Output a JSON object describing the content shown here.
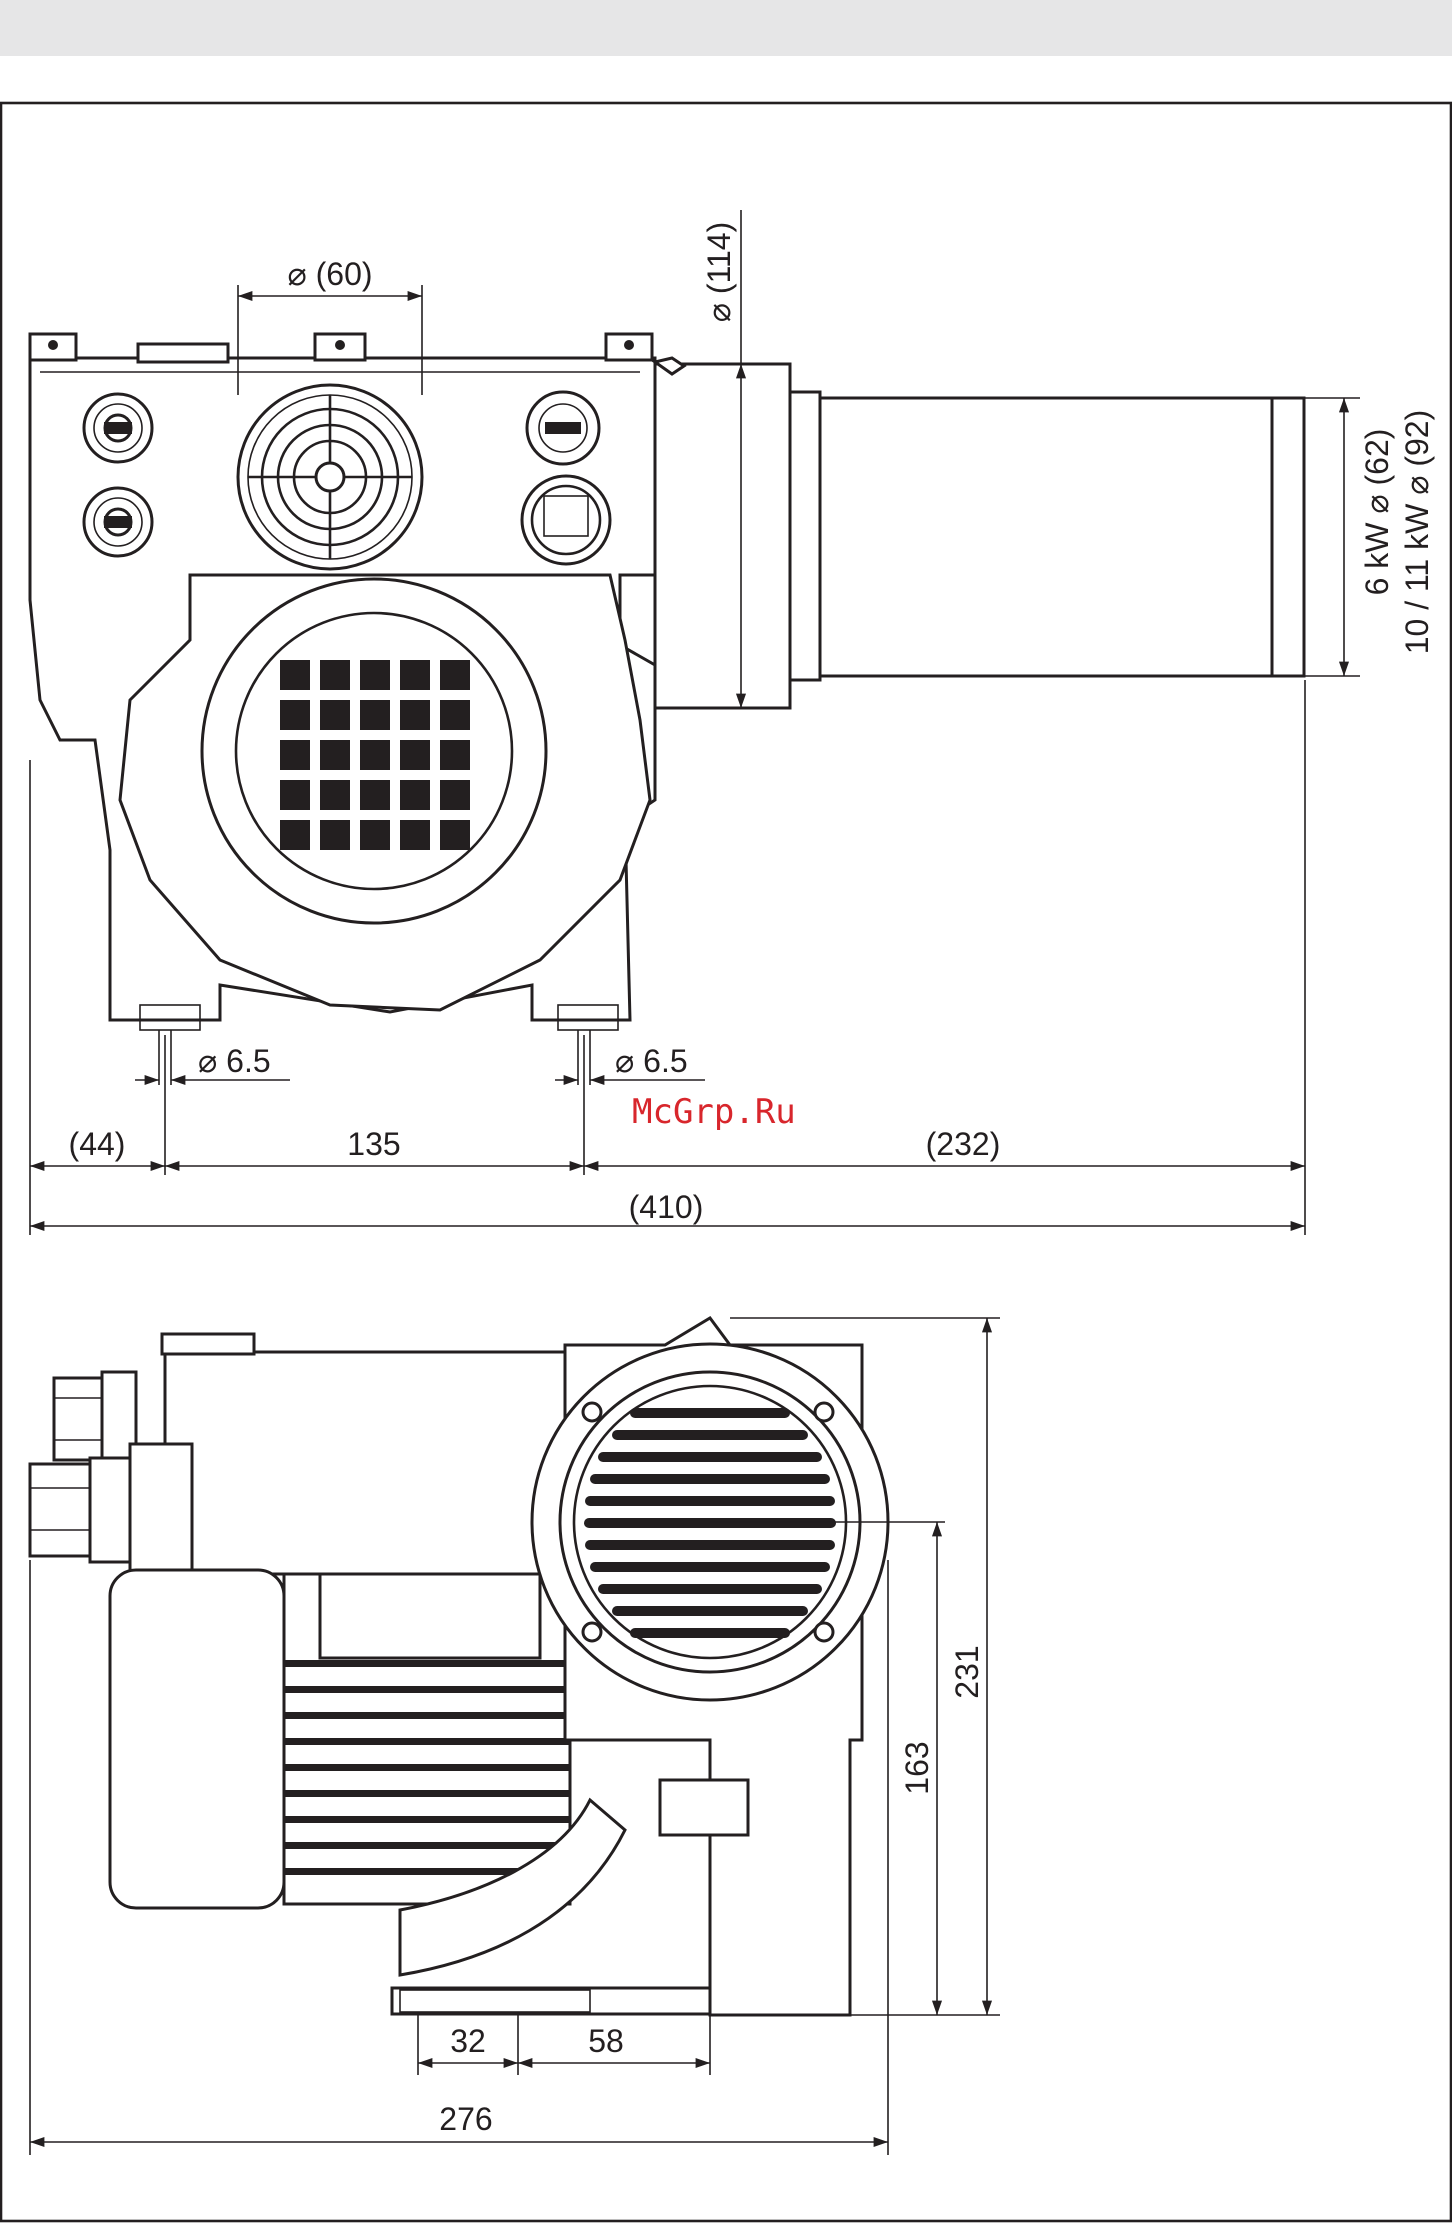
{
  "watermark": "McGrp.Ru",
  "front_view": {
    "outlet_diameter": "⌀ (60)",
    "flange_diameter": "⌀ (114)",
    "nozzle_6kw": "6 kW   ⌀ (62)",
    "nozzle_10_11kw": "10 / 11 kW   ⌀ (92)",
    "hole_left": "⌀ 6.5",
    "hole_right": "⌀ 6.5",
    "dim_left": "(44)",
    "dim_mid": "135",
    "dim_right": "(232)",
    "dim_total": "(410)"
  },
  "side_view": {
    "height_total": "231",
    "height_axis": "163",
    "base_a": "32",
    "base_b": "58",
    "depth_total": "276"
  }
}
